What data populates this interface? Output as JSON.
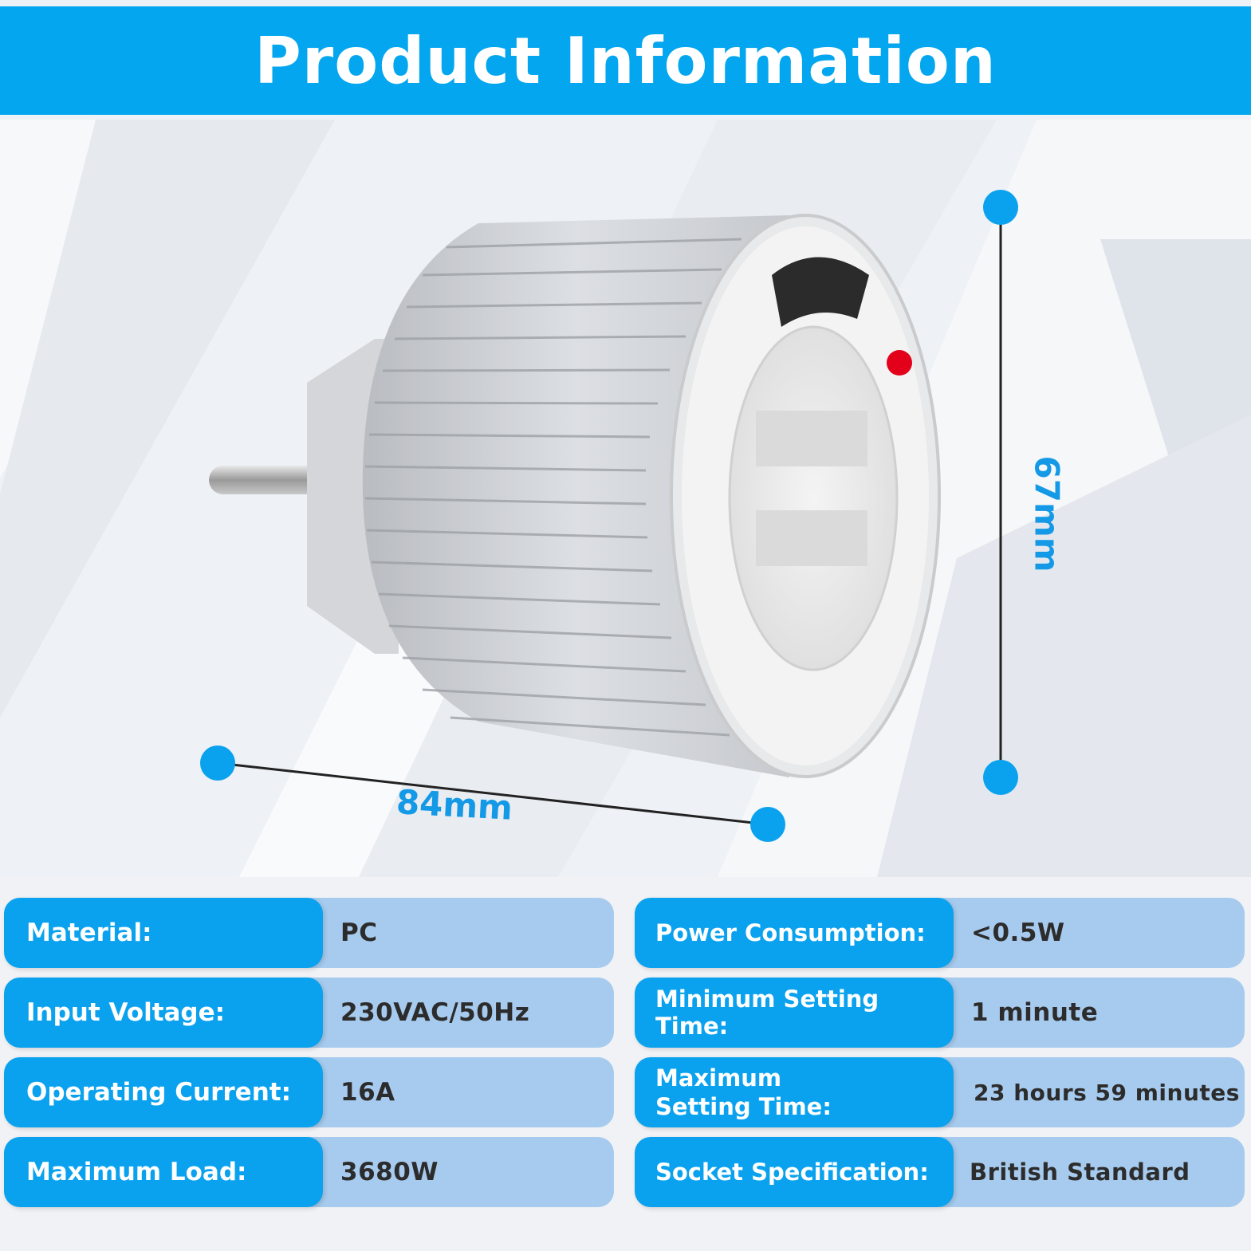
{
  "header": {
    "title": "Product Information"
  },
  "dimensions": {
    "width": "84mm",
    "height": "67mm"
  },
  "colors": {
    "accent": "#03a6ef",
    "label_bg": "#0aa2ee",
    "value_bg": "#a7cbee",
    "indicator": "#e3001b"
  },
  "specs_left": [
    {
      "label": "Material:",
      "value": "PC"
    },
    {
      "label": "Input Voltage:",
      "value": "230VAC/50Hz"
    },
    {
      "label": "Operating Current:",
      "value": "16A"
    },
    {
      "label": "Maximum Load:",
      "value": "3680W"
    }
  ],
  "specs_right": [
    {
      "label": "Power Consumption:",
      "value": "<0.5W"
    },
    {
      "label": "Minimum Setting Time:",
      "value": "1 minute"
    },
    {
      "label": "Maximum Setting Time:",
      "value": "23 hours 59 minutes"
    },
    {
      "label": "Socket Specification:",
      "value": "British Standard"
    }
  ]
}
